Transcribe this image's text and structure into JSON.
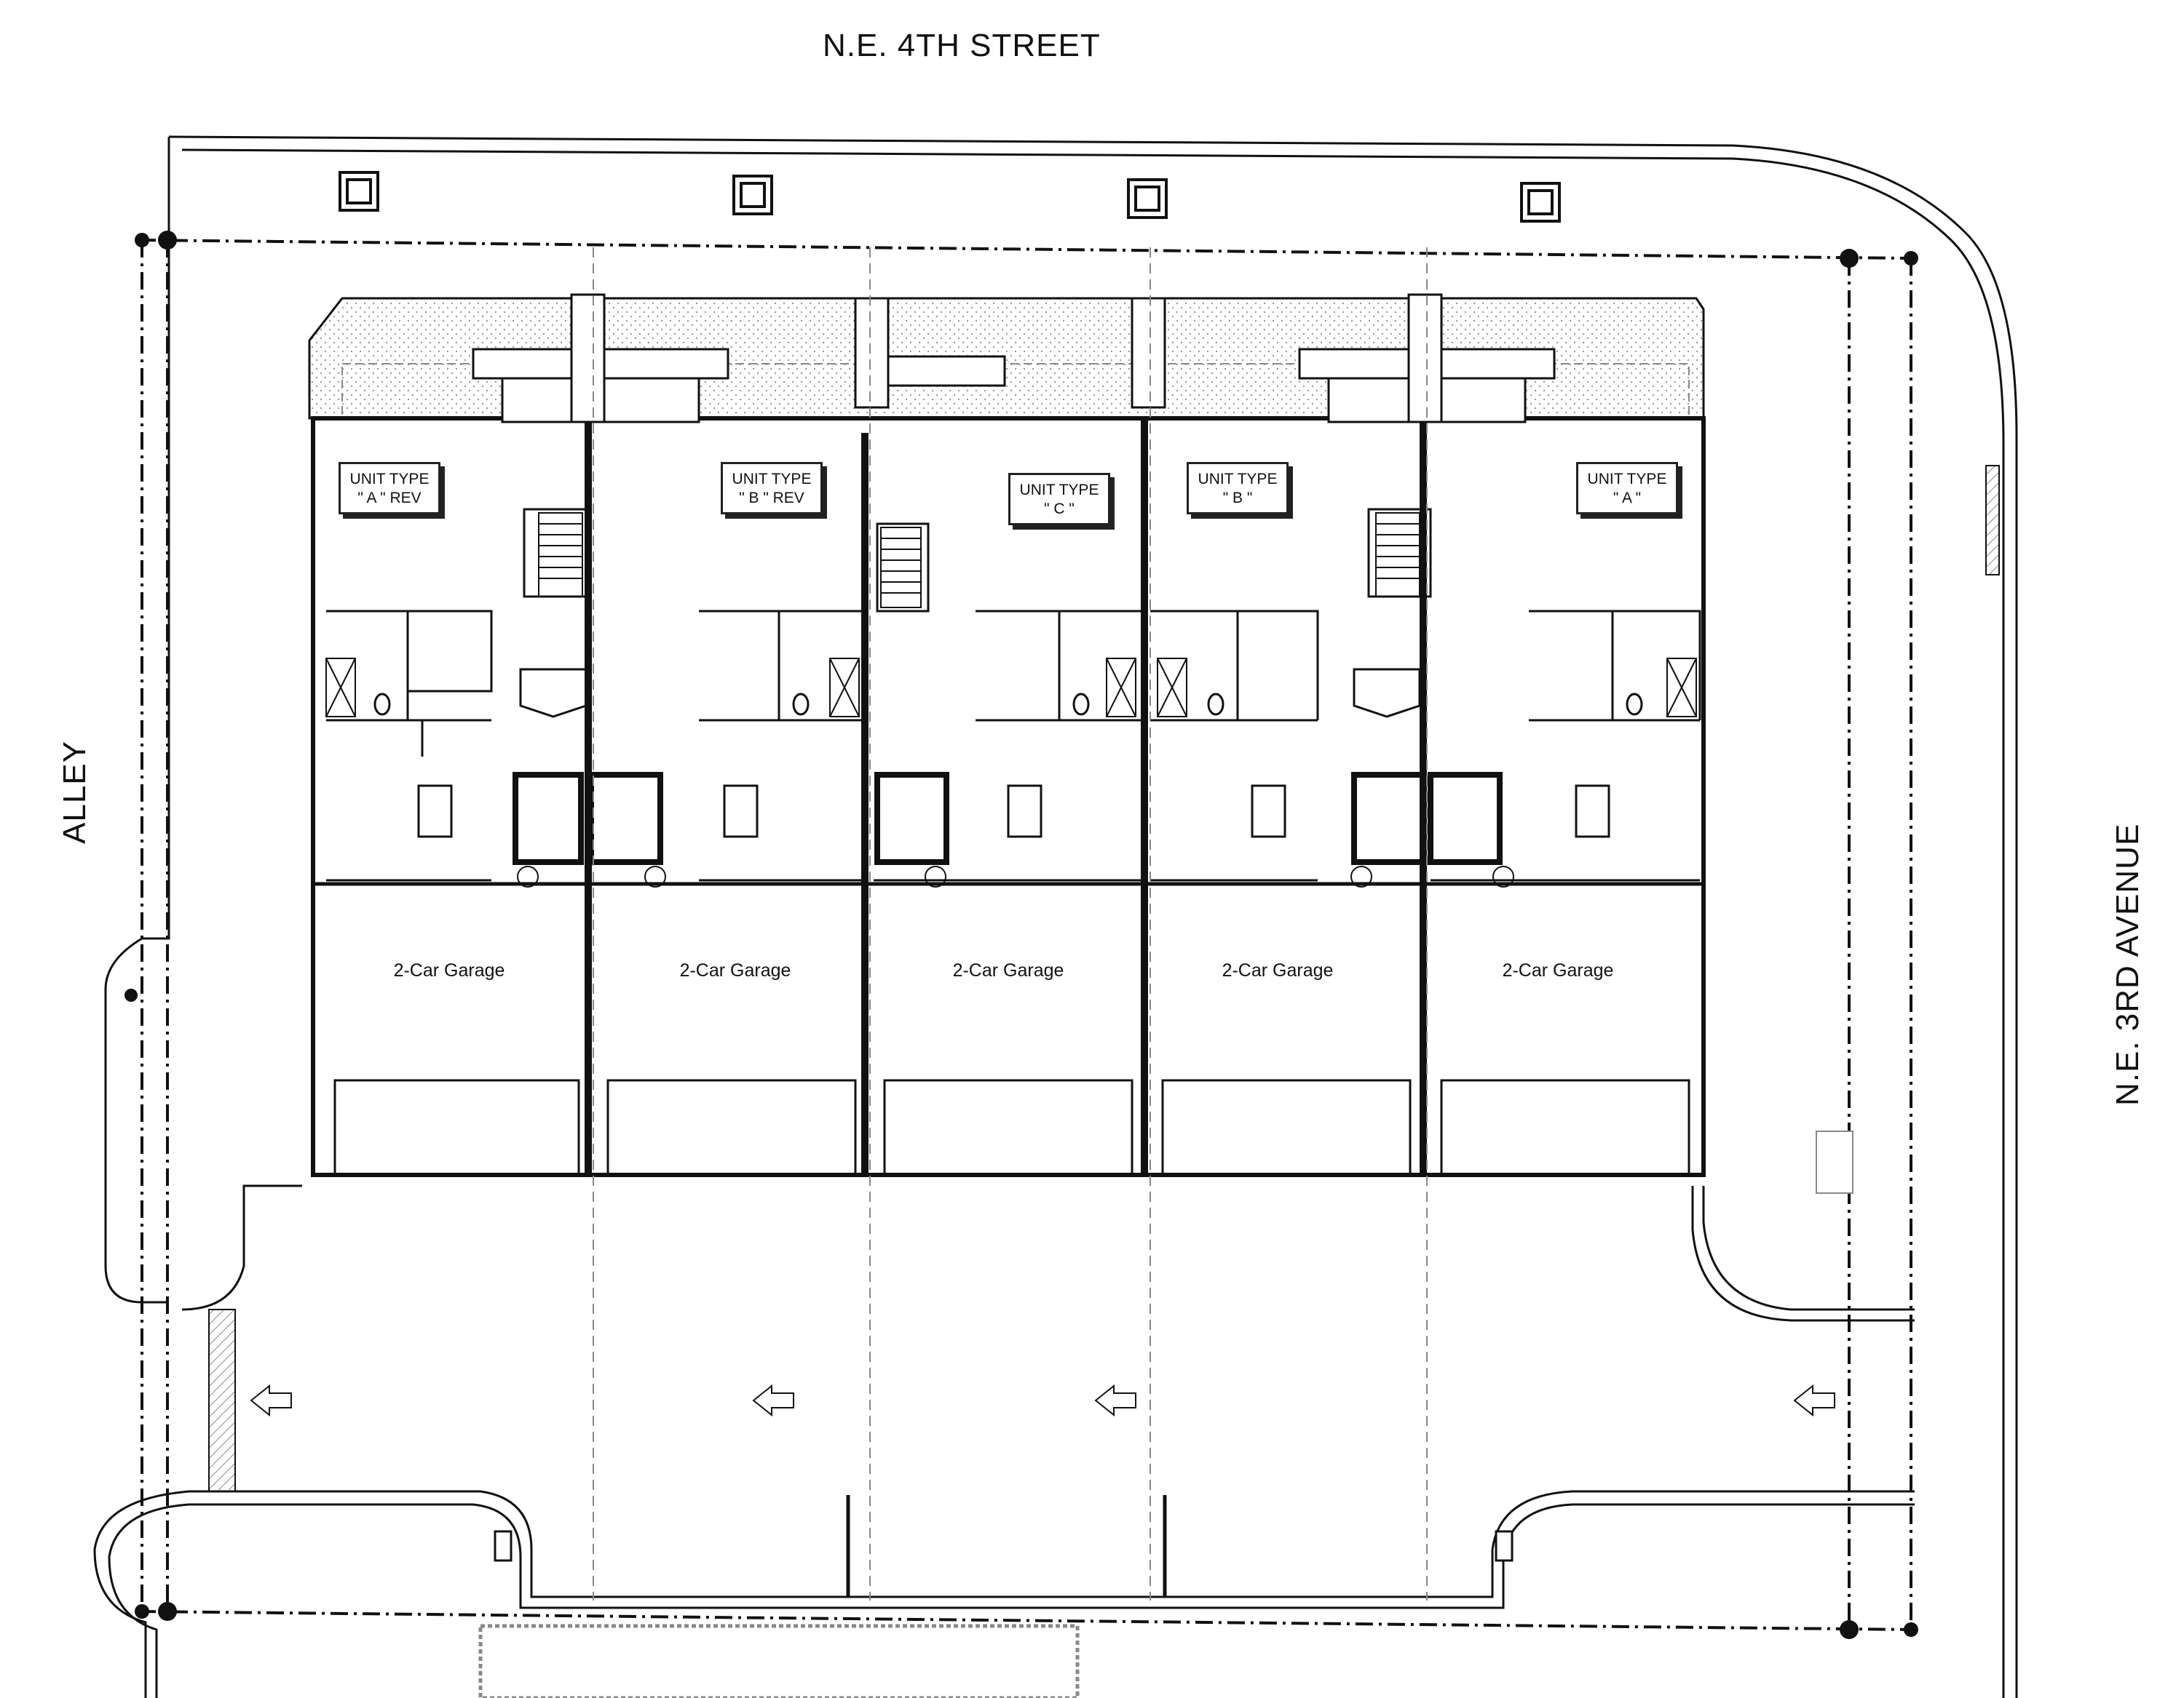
{
  "streets": {
    "top": "N.E. 4TH STREET",
    "left": "ALLEY",
    "right": "N.E. 3RD AVENUE"
  },
  "units": [
    {
      "type_line1": "UNIT TYPE",
      "type_line2": "\" A \" REV",
      "garage": "2-Car Garage"
    },
    {
      "type_line1": "UNIT TYPE",
      "type_line2": "\" B \" REV",
      "garage": "2-Car Garage"
    },
    {
      "type_line1": "UNIT TYPE",
      "type_line2": "\" C \"",
      "garage": "2-Car Garage"
    },
    {
      "type_line1": "UNIT TYPE",
      "type_line2": "\" B \"",
      "garage": "2-Car Garage"
    },
    {
      "type_line1": "UNIT TYPE",
      "type_line2": "\" A \"",
      "garage": "2-Car Garage"
    }
  ],
  "colors": {
    "line": "#111111",
    "hatch": "#777777",
    "background": "#ffffff"
  },
  "icons": [
    "flow-arrow-left-icon",
    "toilet-icon",
    "shower-icon",
    "washer-icon",
    "tree-icon",
    "property-corner-icon"
  ]
}
